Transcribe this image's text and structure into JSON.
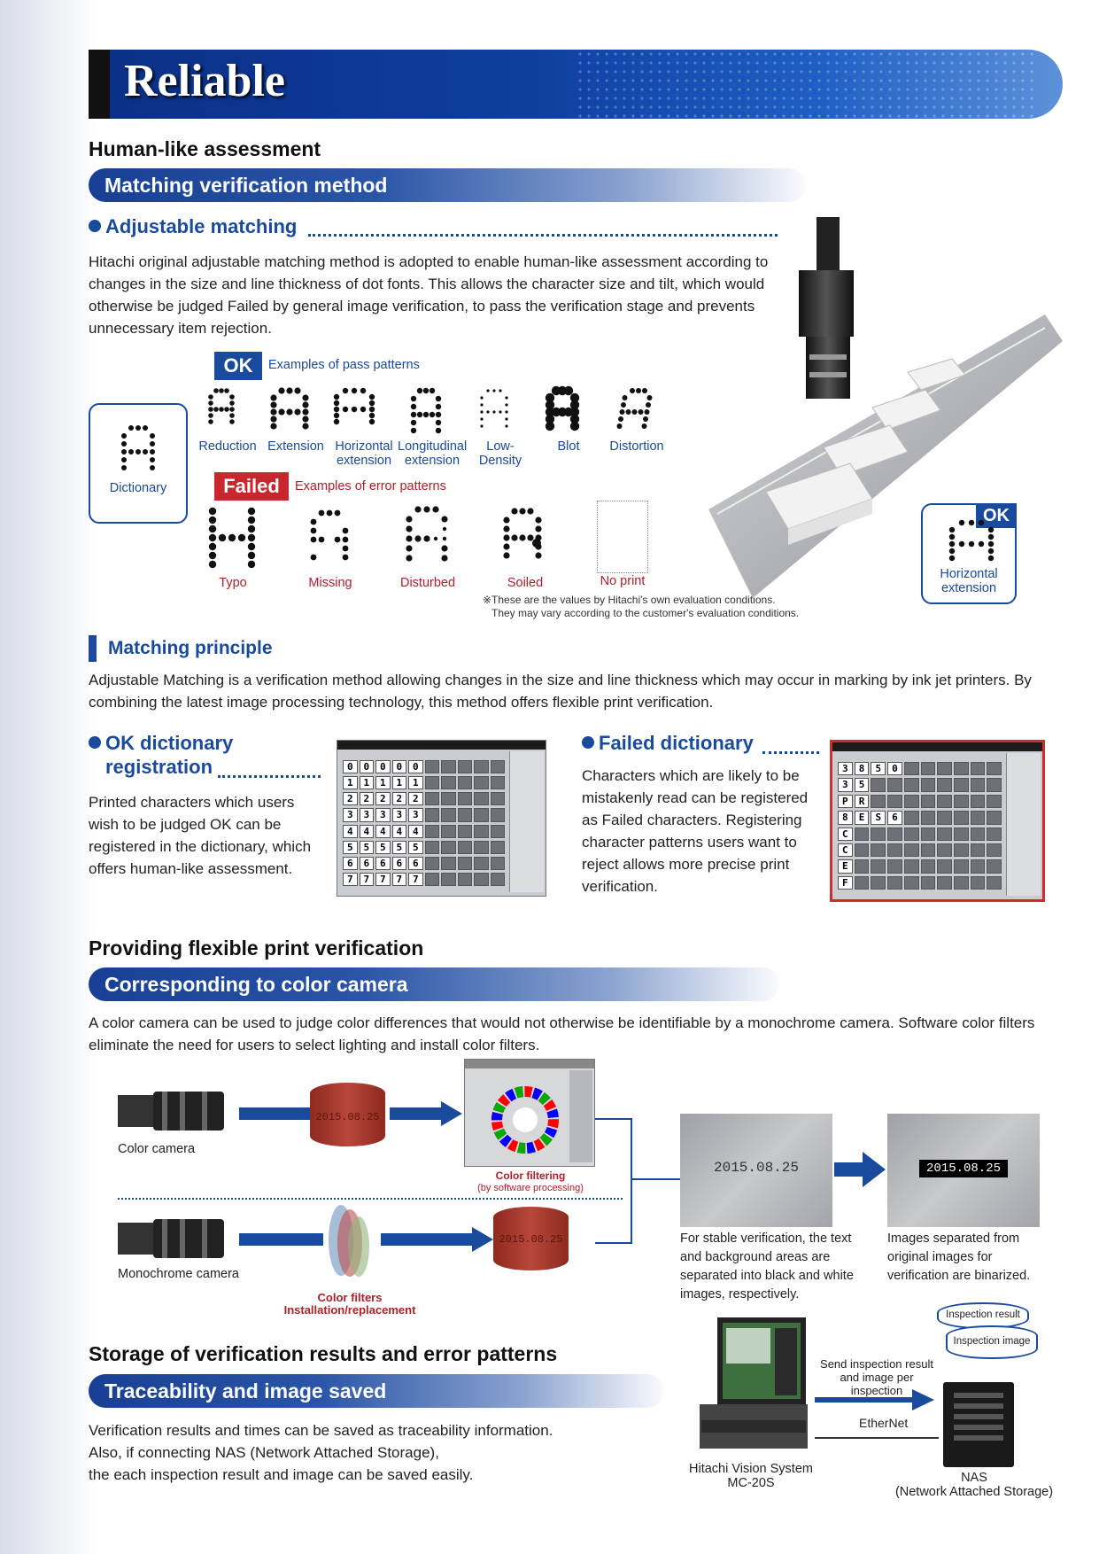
{
  "header": {
    "title": "Reliable"
  },
  "section1": {
    "heading": "Human-like assessment",
    "pill": "Matching verification method",
    "adjustable": {
      "title": "Adjustable matching",
      "body": "Hitachi original adjustable matching method is adopted to enable human-like assessment according to changes in the size and line thickness of dot fonts. This allows the character size and tilt, which would otherwise be judged Failed by general image verification, to pass the verification stage and prevents unnecessary item rejection."
    },
    "dictionary_label": "Dictionary",
    "ok_tag": "OK",
    "ok_caption": "Examples of pass patterns",
    "pass_patterns": [
      {
        "l1": "Reduction",
        "l2": ""
      },
      {
        "l1": "Extension",
        "l2": ""
      },
      {
        "l1": "Horizontal",
        "l2": "extension"
      },
      {
        "l1": "Longitudinal",
        "l2": "extension"
      },
      {
        "l1": "Low-",
        "l2": "Density"
      },
      {
        "l1": "Blot",
        "l2": ""
      },
      {
        "l1": "Distortion",
        "l2": ""
      }
    ],
    "fail_tag": "Failed",
    "fail_caption": "Examples of error patterns",
    "error_patterns": [
      "Typo",
      "Missing",
      "Disturbed",
      "Soiled",
      "No print"
    ],
    "note1": "※These are the values by Hitachi's own evaluation conditions.",
    "note2": "They may vary according to the customer's evaluation conditions.",
    "callout_tag": "OK",
    "callout_l1": "Horizontal",
    "callout_l2": "extension"
  },
  "principle": {
    "title": "Matching principle",
    "body": "Adjustable Matching is a verification method allowing changes in the size and line thickness which may occur in marking by ink jet printers. By combining the latest image processing technology, this method offers flexible print verification.",
    "ok_dict": {
      "title1": "OK dictionary",
      "title2": "registration",
      "body": "Printed characters which users wish to be judged OK can be registered in the dictionary, which offers human-like assessment."
    },
    "failed_dict": {
      "title": "Failed dictionary",
      "body": "Characters which are likely to be mistakenly read can be registered as Failed characters. Registering character patterns users want to reject allows more precise print verification."
    },
    "ok_rows": [
      "00000",
      "11111",
      "22222",
      "33333",
      "44444",
      "55555",
      "66666",
      "77777"
    ],
    "failed_rows": [
      "3850",
      "35",
      "PR",
      "8ES6",
      "C",
      "C",
      "E",
      "F"
    ]
  },
  "section2": {
    "heading": "Providing flexible print verification",
    "pill": "Corresponding to color camera",
    "body": "A color camera can be used to judge color differences that would not otherwise be identifiable by a monochrome camera. Software color filters eliminate the need for users to select lighting and install color filters.",
    "color_camera": "Color camera",
    "mono_camera": "Monochrome camera",
    "date_text": "2015.08.25",
    "color_filtering": "Color filtering",
    "color_filtering_sub": "(by software processing)",
    "color_filters": "Color filters",
    "color_filters_sub": "Installation/replacement",
    "cap1": "For stable verification, the text and background areas are separated into black and white images, respectively.",
    "cap2": "Images separated from original images for verification are binarized."
  },
  "section3": {
    "heading": "Storage of verification results and error patterns",
    "pill": "Traceability and image saved",
    "body_lines": [
      "Verification results and times can be saved as traceability information.",
      "Also, if connecting NAS (Network Attached Storage),",
      "the each inspection result and image can be saved easily."
    ],
    "inspection_result": "Inspection result",
    "inspection_image": "Inspection image",
    "send_l1": "Send inspection result",
    "send_l2": "and image per inspection",
    "ethernet": "EtherNet",
    "system_l1": "Hitachi Vision System",
    "system_l2": "MC-20S",
    "nas_l1": "NAS",
    "nas_l2": "(Network Attached Storage)"
  },
  "colors": {
    "brand_blue": "#1a4a9b",
    "fail_red": "#c8272d"
  }
}
